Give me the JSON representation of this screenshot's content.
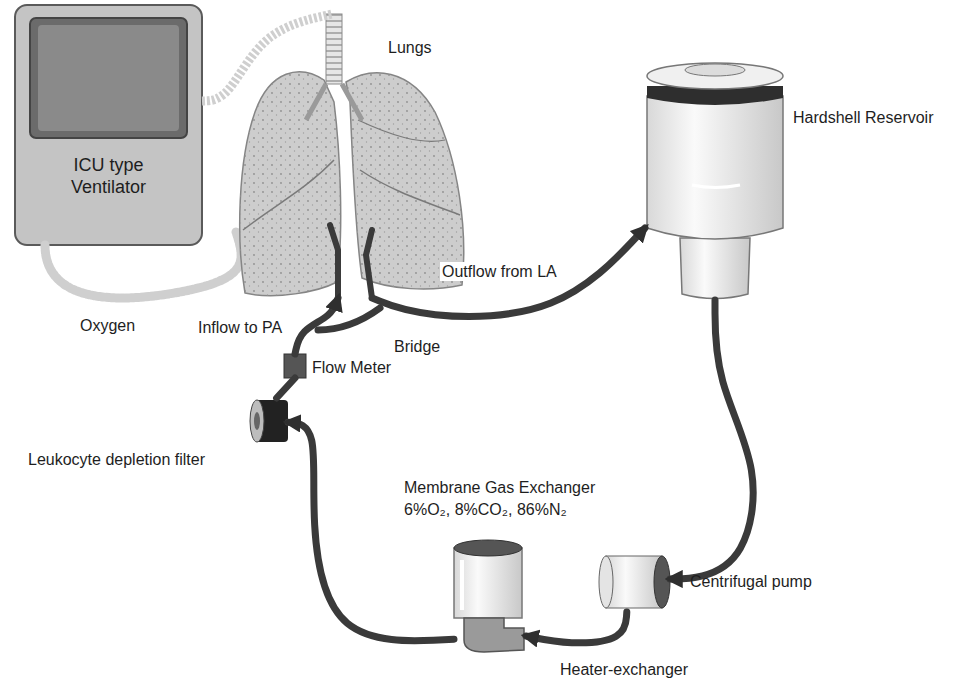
{
  "diagram": {
    "nodes": [
      {
        "text": [
          "ICU type Ventilator"
        ]
      },
      {
        "text": [
          "Lungs"
        ]
      },
      {
        "text": [
          "Hardshell Reservoir"
        ]
      },
      {
        "text": [
          "Flow Meter"
        ]
      },
      {
        "text": [
          "Leukocyte depletion filter"
        ]
      },
      {
        "text": [
          "Membrane Gas Exchanger",
          "6%O₂, 8%CO₂, 86%N₂"
        ]
      },
      {
        "text": [
          "Centrifugal pump"
        ]
      },
      {
        "text": [
          "Heater-exchanger"
        ]
      }
    ],
    "edges": [
      {
        "from": 0,
        "to": 1,
        "arrow": "none",
        "label": "Oxygen"
      },
      {
        "from": 1,
        "to": 2,
        "arrow": "to",
        "label": "Outflow from LA"
      },
      {
        "from": 2,
        "to": 6,
        "arrow": "to"
      },
      {
        "from": 6,
        "to": 7,
        "arrow": "to"
      },
      {
        "from": 7,
        "to": 4,
        "arrow": "to"
      },
      {
        "from": 4,
        "to": 3,
        "arrow": "none"
      },
      {
        "from": 3,
        "to": 1,
        "arrow": "to",
        "label": "Inflow to PA"
      }
    ],
    "labels": [
      "Bridge"
    ]
  }
}
